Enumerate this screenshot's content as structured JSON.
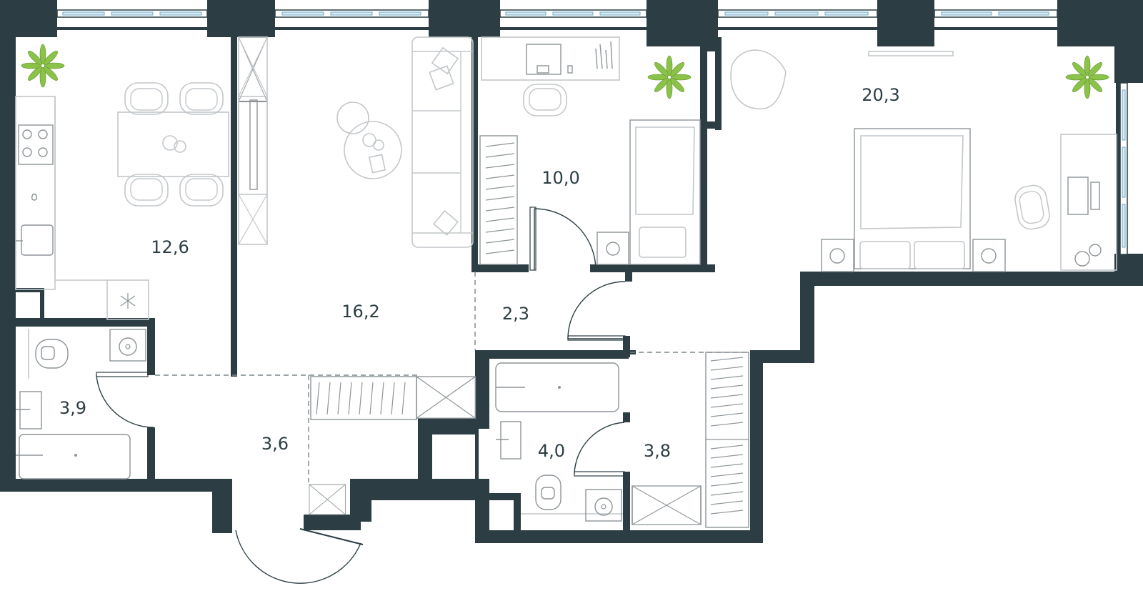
{
  "plan": {
    "wall_color": "#2c3e44",
    "plant_color": "#8bc34a",
    "rooms": [
      {
        "id": "kitchen",
        "area": "12,6"
      },
      {
        "id": "living",
        "area": "16,2"
      },
      {
        "id": "bedroom-small",
        "area": "10,0"
      },
      {
        "id": "hall",
        "area": "2,3"
      },
      {
        "id": "bedroom-master",
        "area": "20,3"
      },
      {
        "id": "bathroom-left",
        "area": "3,9"
      },
      {
        "id": "entrance",
        "area": "3,6"
      },
      {
        "id": "bathroom-right",
        "area": "4,0"
      },
      {
        "id": "storage",
        "area": "3,8"
      }
    ],
    "icons": {
      "plant": "plant-icon",
      "sofa": "sofa-icon",
      "bed": "bed-icon",
      "bathtub": "bathtub-icon",
      "toilet": "toilet-icon",
      "stove": "stove-icon",
      "sink": "sink-icon",
      "washer": "washing-machine-icon",
      "desk": "desk-icon",
      "chair": "chair-icon",
      "wardrobe": "wardrobe-icon"
    }
  }
}
